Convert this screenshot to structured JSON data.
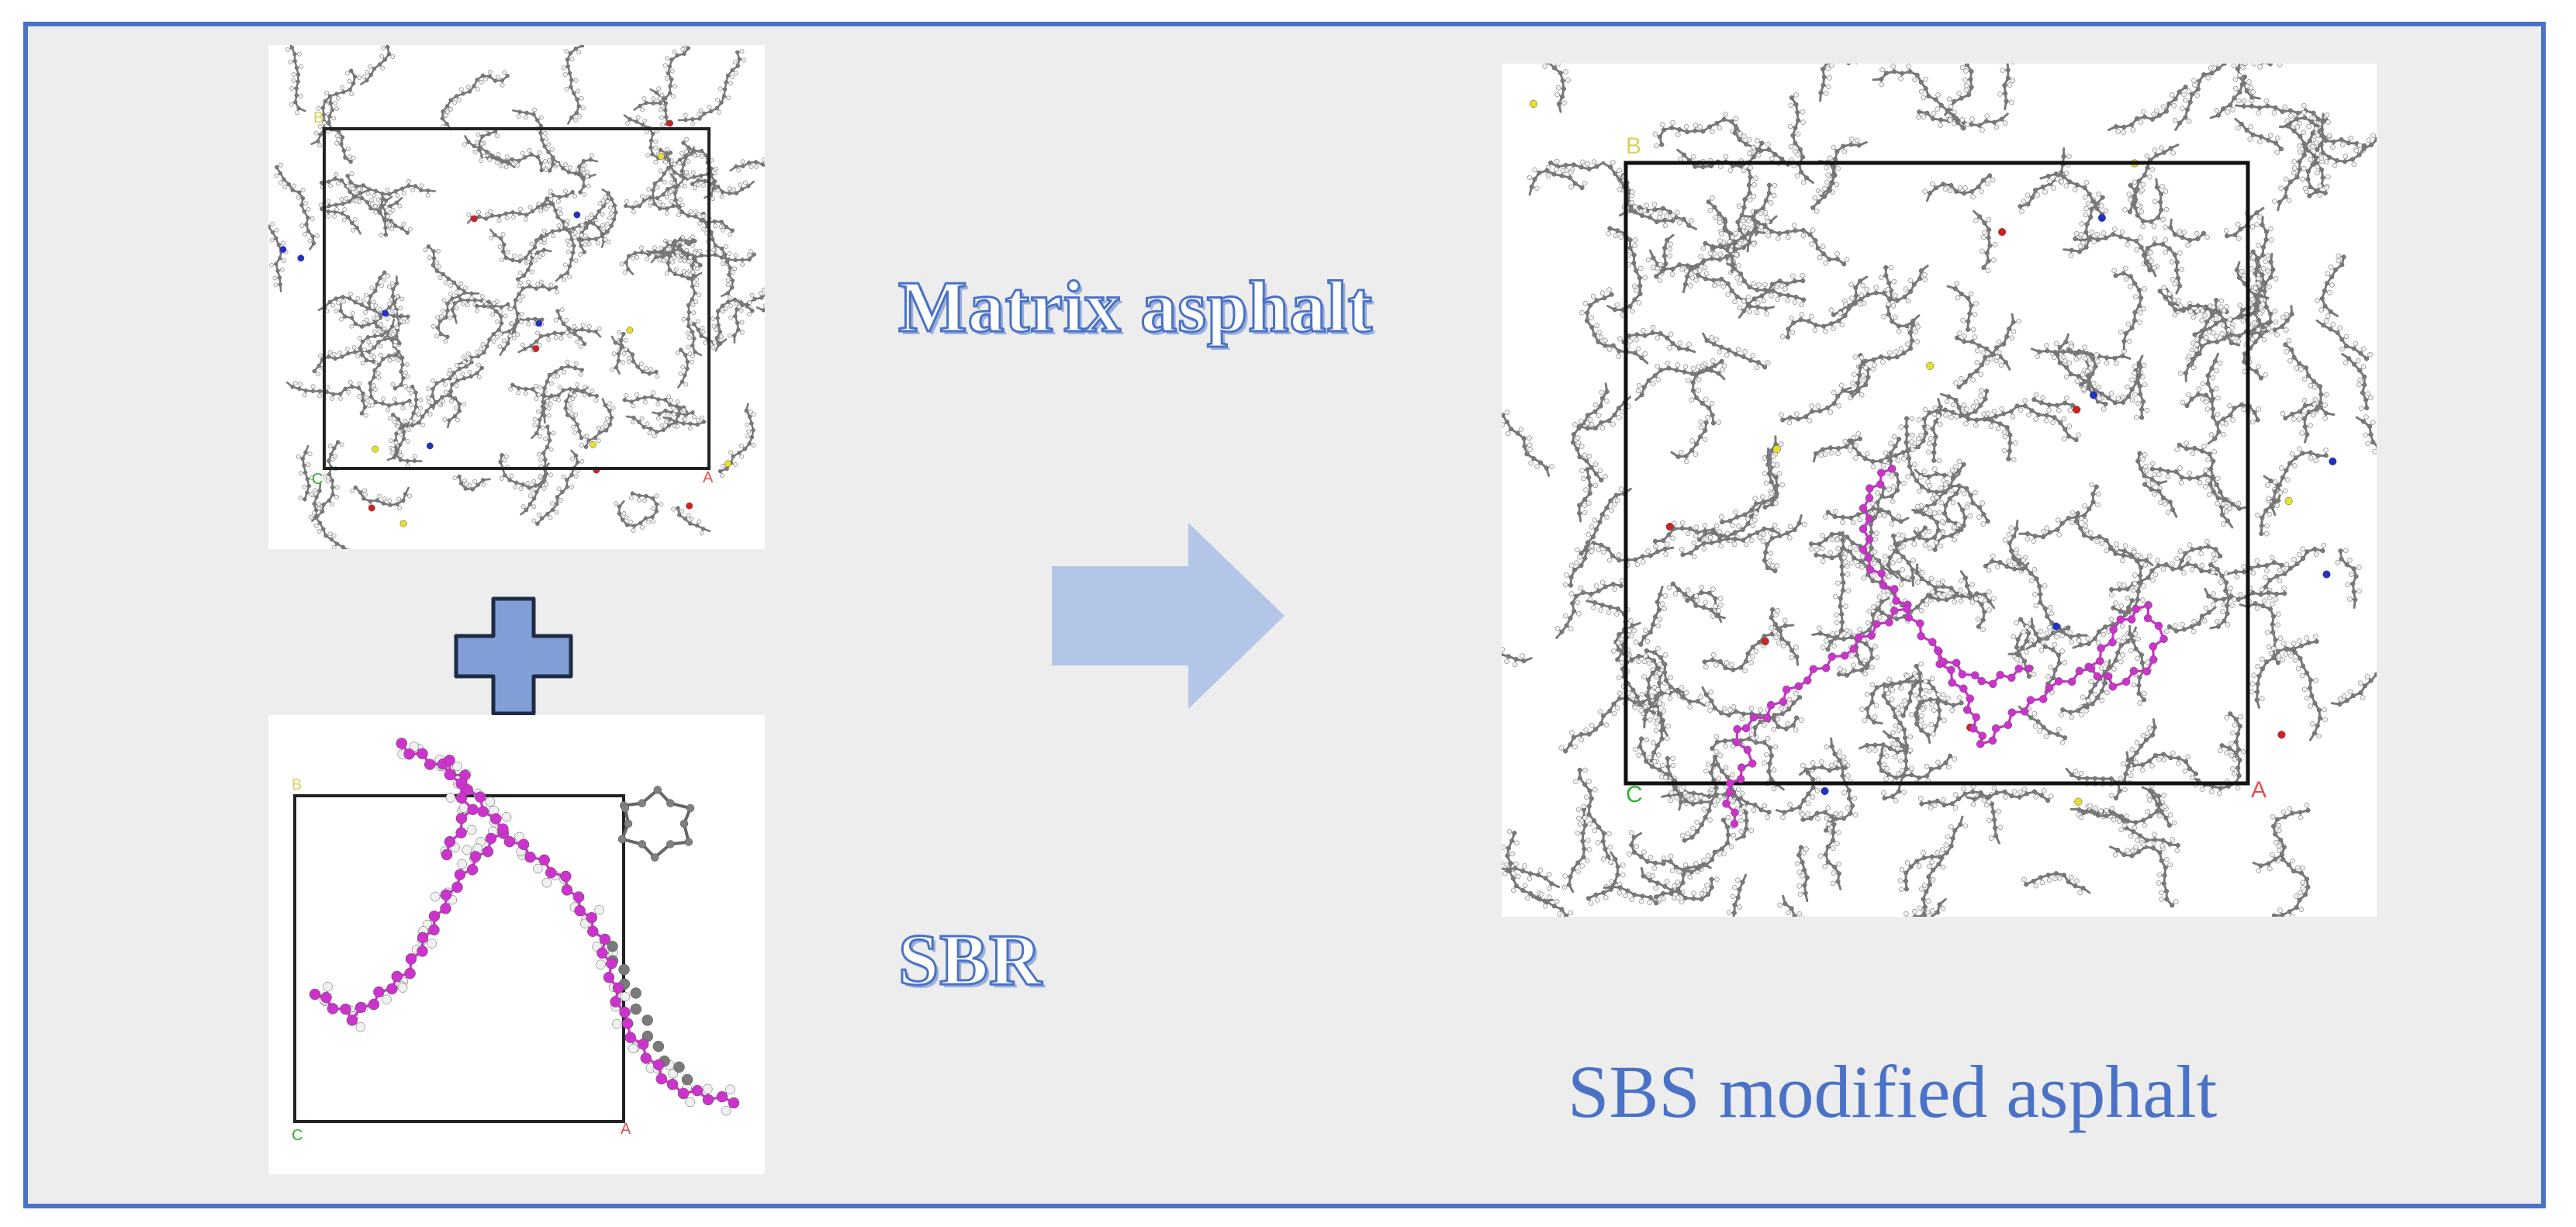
{
  "labels": {
    "matrix": "Matrix asphalt",
    "sbr": "SBR",
    "result": "SBS modified asphalt"
  },
  "panels": {
    "matrix_axes": {
      "a": "A",
      "b": "B",
      "c": "C"
    },
    "sbr_axes": {
      "a": "A",
      "b": "B",
      "c": "C"
    },
    "result_axes": {
      "a": "A",
      "b": "B",
      "c": "C"
    }
  },
  "colors": {
    "frame_border": "#4a72c6",
    "background": "#ededed",
    "arrow": "#b4c6e8",
    "plus": "#7f9fd6",
    "carbon": "#7a7a7a",
    "hydrogen": "#f0f0f0",
    "polymer_chain": "#cc33cc",
    "sulfur": "#e6e02a",
    "nitrogen": "#2230c8",
    "oxygen": "#d02020",
    "label_text": "#4a72c6"
  },
  "icons": {
    "plus": "plus-icon",
    "arrow": "right-arrow-icon"
  }
}
